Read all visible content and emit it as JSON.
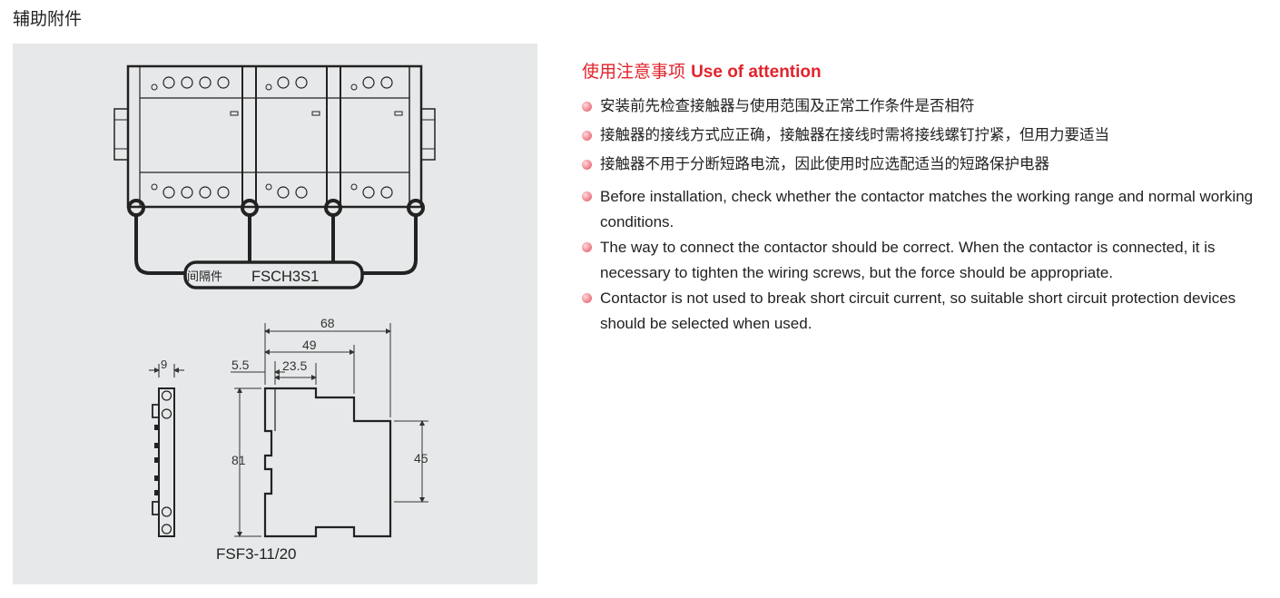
{
  "page": {
    "heading": "辅助附件"
  },
  "figure": {
    "spacer_label_cn": "间隔件",
    "spacer_label_model": "FSCH3S1",
    "model_label": "FSF3-11/20",
    "dimensions": {
      "side_width": "9",
      "overall_width": "68",
      "mid_width": "49",
      "offset": "5.5",
      "step_width": "23.5",
      "height_total": "81",
      "height_front": "45"
    }
  },
  "notes": {
    "title_cn": "使用注意事项",
    "title_en": "Use of attention",
    "cn_items": [
      "安装前先检查接触器与使用范围及正常工作条件是否相符",
      "接触器的接线方式应正确，接触器在接线时需将接线螺钉拧紧，但用力要适当",
      "接触器不用于分断短路电流，因此使用时应选配适当的短路保护电器"
    ],
    "en_items": [
      "Before installation, check whether the contactor matches the working range and normal working conditions.",
      "The way to connect the contactor should be correct. When the contactor is connected, it is necessary to tighten the wiring screws, but the force should be appropriate.",
      "Contactor is not used to break short circuit current, so suitable short circuit protection devices should be selected when used."
    ]
  },
  "colors": {
    "accent_red": "#e2232b",
    "panel_bg": "#e7e8e9"
  }
}
